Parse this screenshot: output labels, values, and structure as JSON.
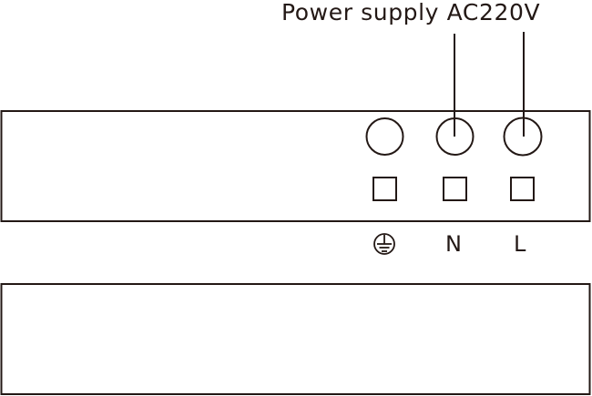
{
  "diagram": {
    "title": "Power supply AC220V",
    "terminals": [
      {
        "id": "ground",
        "label": "",
        "symbol": "protective-earth",
        "wired": false
      },
      {
        "id": "neutral",
        "label": "N",
        "symbol": "",
        "wired": true
      },
      {
        "id": "live",
        "label": "L",
        "symbol": "",
        "wired": true
      }
    ],
    "colors": {
      "stroke": "#231815",
      "background": "#ffffff"
    }
  }
}
